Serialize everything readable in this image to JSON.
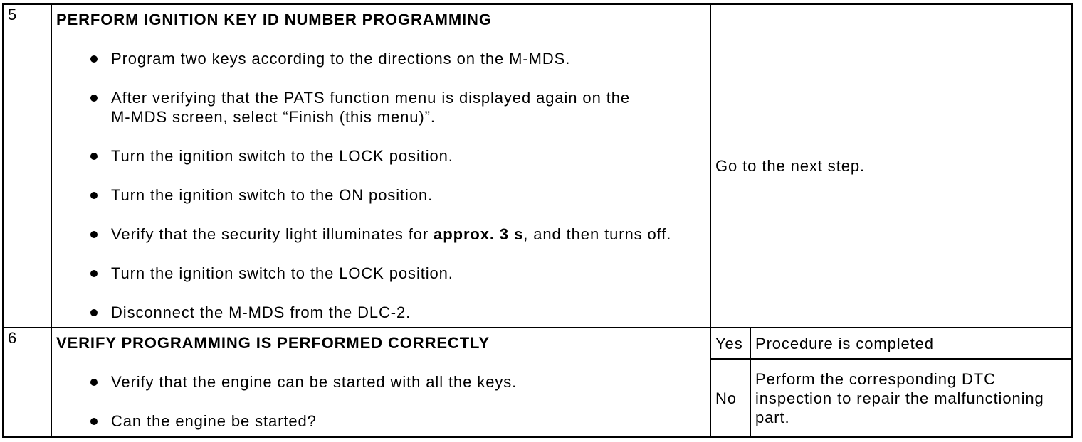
{
  "table": {
    "rows": [
      {
        "step": "5",
        "title": "PERFORM IGNITION KEY ID NUMBER PROGRAMMING",
        "bullets": [
          "Program two keys according to the directions on the M-MDS.",
          "After verifying that the PATS function menu is displayed again on the M-MDS screen, select “Finish (this menu)”.",
          "Turn the ignition switch to the LOCK position.",
          "Turn the ignition switch to the ON position.",
          {
            "pre": "Verify that the security light illuminates for ",
            "bold": "approx. 3 s",
            "post": ", and then turns off."
          },
          "Turn the ignition switch to the LOCK position.",
          "Disconnect the M-MDS from the DLC-2."
        ],
        "action": "Go to the next step."
      },
      {
        "step": "6",
        "title": "VERIFY PROGRAMMING IS PERFORMED CORRECTLY",
        "bullets": [
          "Verify that the engine can be started with all the keys.",
          "Can the engine be started?"
        ],
        "results": [
          {
            "answer": "Yes",
            "action": "Procedure is completed"
          },
          {
            "answer": "No",
            "action": "Perform the corresponding DTC inspection to repair the malfunctioning part."
          }
        ]
      }
    ]
  },
  "colors": {
    "border": "#000000",
    "text": "#000000",
    "background": "#ffffff"
  }
}
